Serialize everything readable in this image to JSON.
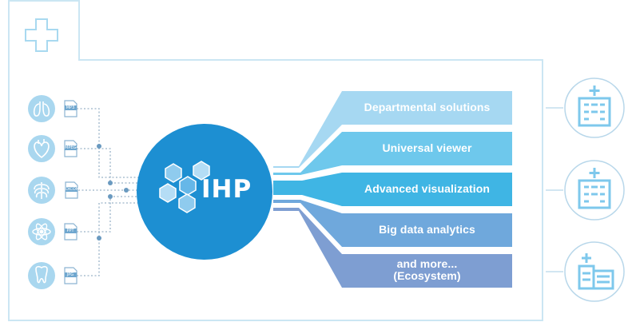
{
  "logo": {
    "text": "IHP"
  },
  "inputs": [
    {
      "icon": "lungs-icon",
      "file_type": "MP3"
    },
    {
      "icon": "heart-icon",
      "file_type": "MPEG4"
    },
    {
      "icon": "ribcage-icon",
      "file_type": "DICOM"
    },
    {
      "icon": "atom-icon",
      "file_type": "PPT"
    },
    {
      "icon": "tooth-icon",
      "file_type": "JPG"
    }
  ],
  "solutions": [
    {
      "label": "Departmental solutions",
      "color": "#a6d8f2"
    },
    {
      "label": "Universal viewer",
      "color": "#6ec8ec"
    },
    {
      "label": "Advanced visualization",
      "color": "#3fb5e4"
    },
    {
      "label": "Big data analytics",
      "color": "#6fa8dc"
    },
    {
      "label": "and more...",
      "sublabel": "(Ecosystem)",
      "color": "#7e9ed2"
    }
  ],
  "outputs": [
    {
      "icon": "hospital-icon"
    },
    {
      "icon": "hospital-icon"
    },
    {
      "icon": "clinic-icon"
    }
  ],
  "colors": {
    "frame": "#cbe6f3",
    "hub": "#1d8fd2",
    "icon_circle": "#a9d7ef",
    "icon_stroke": "#6fc0e8",
    "dotted_line": "#9ab3c8"
  }
}
